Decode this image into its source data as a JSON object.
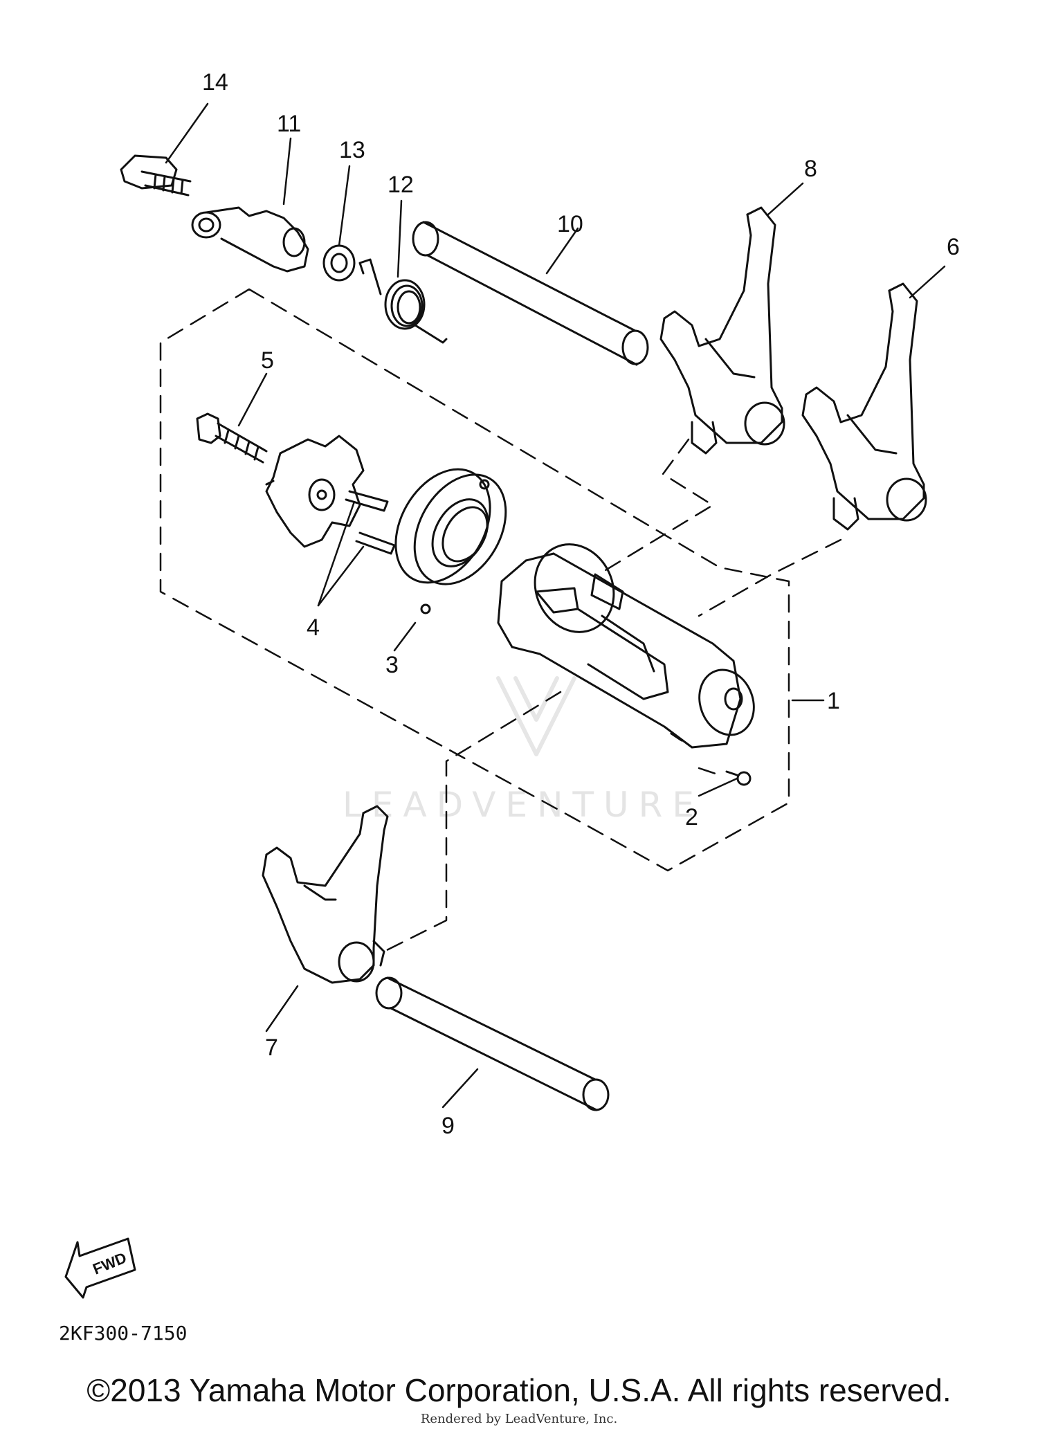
{
  "diagram": {
    "callouts": [
      {
        "id": "c1",
        "text": "1"
      },
      {
        "id": "c2",
        "text": "2"
      },
      {
        "id": "c3",
        "text": "3"
      },
      {
        "id": "c4",
        "text": "4"
      },
      {
        "id": "c5",
        "text": "5"
      },
      {
        "id": "c6",
        "text": "6"
      },
      {
        "id": "c7",
        "text": "7"
      },
      {
        "id": "c8",
        "text": "8"
      },
      {
        "id": "c9",
        "text": "9"
      },
      {
        "id": "c10",
        "text": "10"
      },
      {
        "id": "c11",
        "text": "11"
      },
      {
        "id": "c12",
        "text": "12"
      },
      {
        "id": "c13",
        "text": "13"
      },
      {
        "id": "c14",
        "text": "14"
      }
    ],
    "fwd_label": "FWD",
    "watermark": "LEADVENTURE",
    "reference_code": "2KF300-7150",
    "copyright": "©2013 Yamaha Motor Corporation, U.S.A. All rights reserved.",
    "rendered_by": "Rendered by LeadVenture, Inc."
  }
}
